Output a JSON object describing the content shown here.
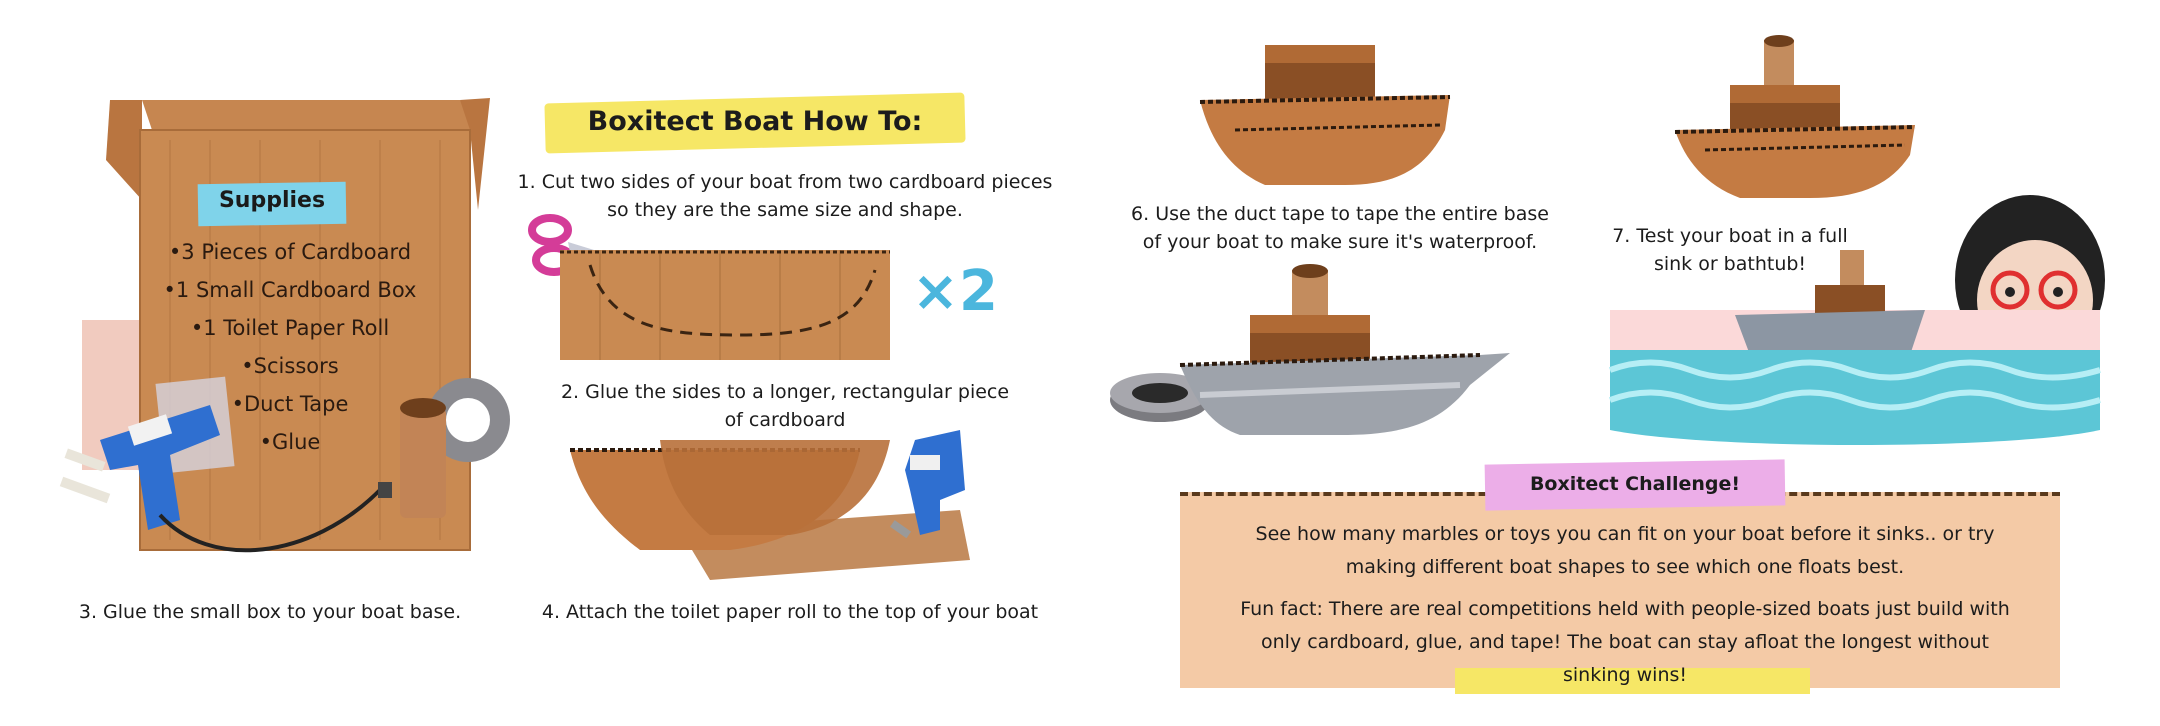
{
  "title": "Boxitect Boat How To:",
  "supplies": {
    "heading": "Supplies",
    "items": [
      "•3 Pieces of Cardboard",
      "•1 Small Cardboard Box",
      "•1 Toilet Paper Roll",
      "•Scissors",
      "•Duct Tape",
      "•Glue"
    ]
  },
  "steps": {
    "s1": "1.  Cut two sides of your boat from two cardboard pieces so they are the same size and shape.",
    "s2": "2. Glue the sides to a longer, rectangular piece of cardboard",
    "s3": "3. Glue the small box to your boat base.",
    "s4": "4.  Attach the toilet paper roll to the top of your boat",
    "s6": "6.   Use the duct tape to tape the entire base of your boat to make sure it's waterproof.",
    "s7": "7. Test your boat in a full sink or bathtub!"
  },
  "multiplier": "×2",
  "challenge": {
    "heading": "Boxitect Challenge!",
    "p1": "See how many marbles or toys you can fit on your boat before it sinks.. or try making different boat shapes to see which one floats best.",
    "p2": "Fun fact: There are real competitions held with people-sized boats just build with only cardboard, glue, and tape! The boat can stay afloat the longest without sinking wins!"
  },
  "colors": {
    "cardboard": "#c98a52",
    "cardboard_dark": "#9a5a2c",
    "yellow_highlight": "#f6e766",
    "blue_label": "#7fd3ea",
    "pink_label": "#ecaee8",
    "water": "#5cc6d6",
    "glue_gun": "#2f6fd0"
  }
}
